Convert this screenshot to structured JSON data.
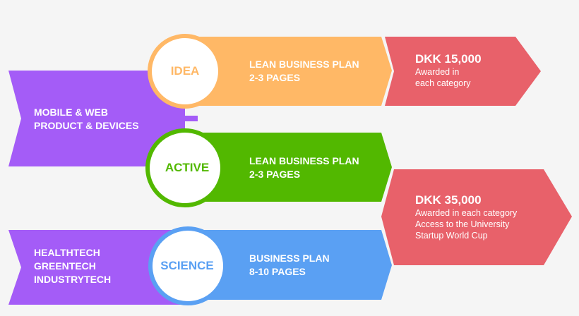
{
  "colors": {
    "purple": "#a45cf7",
    "orange": "#ffb866",
    "green": "#52b800",
    "blue": "#5aa0f3",
    "red": "#e8616a",
    "circle_fill": "#ffffff"
  },
  "categories": [
    {
      "lines": [
        "MOBILE & WEB",
        "PRODUCT & DEVICES"
      ]
    },
    {
      "lines": [
        "HEALTHTECH",
        "GREENTECH",
        "INDUSTRYTECH"
      ]
    }
  ],
  "stages": [
    {
      "label": "IDEA",
      "plan": [
        "LEAN BUSINESS PLAN",
        "2-3 PAGES"
      ]
    },
    {
      "label": "ACTIVE",
      "plan": [
        "LEAN BUSINESS PLAN",
        "2-3 PAGES"
      ]
    },
    {
      "label": "SCIENCE",
      "plan": [
        "BUSINESS PLAN",
        "8-10 PAGES"
      ]
    }
  ],
  "prizes": [
    {
      "amount": "DKK 15,000",
      "lines": [
        "Awarded in",
        "each category"
      ]
    },
    {
      "amount": "DKK 35,000",
      "lines": [
        "Awarded in each category",
        "Access to the University",
        "Startup World Cup"
      ]
    }
  ]
}
